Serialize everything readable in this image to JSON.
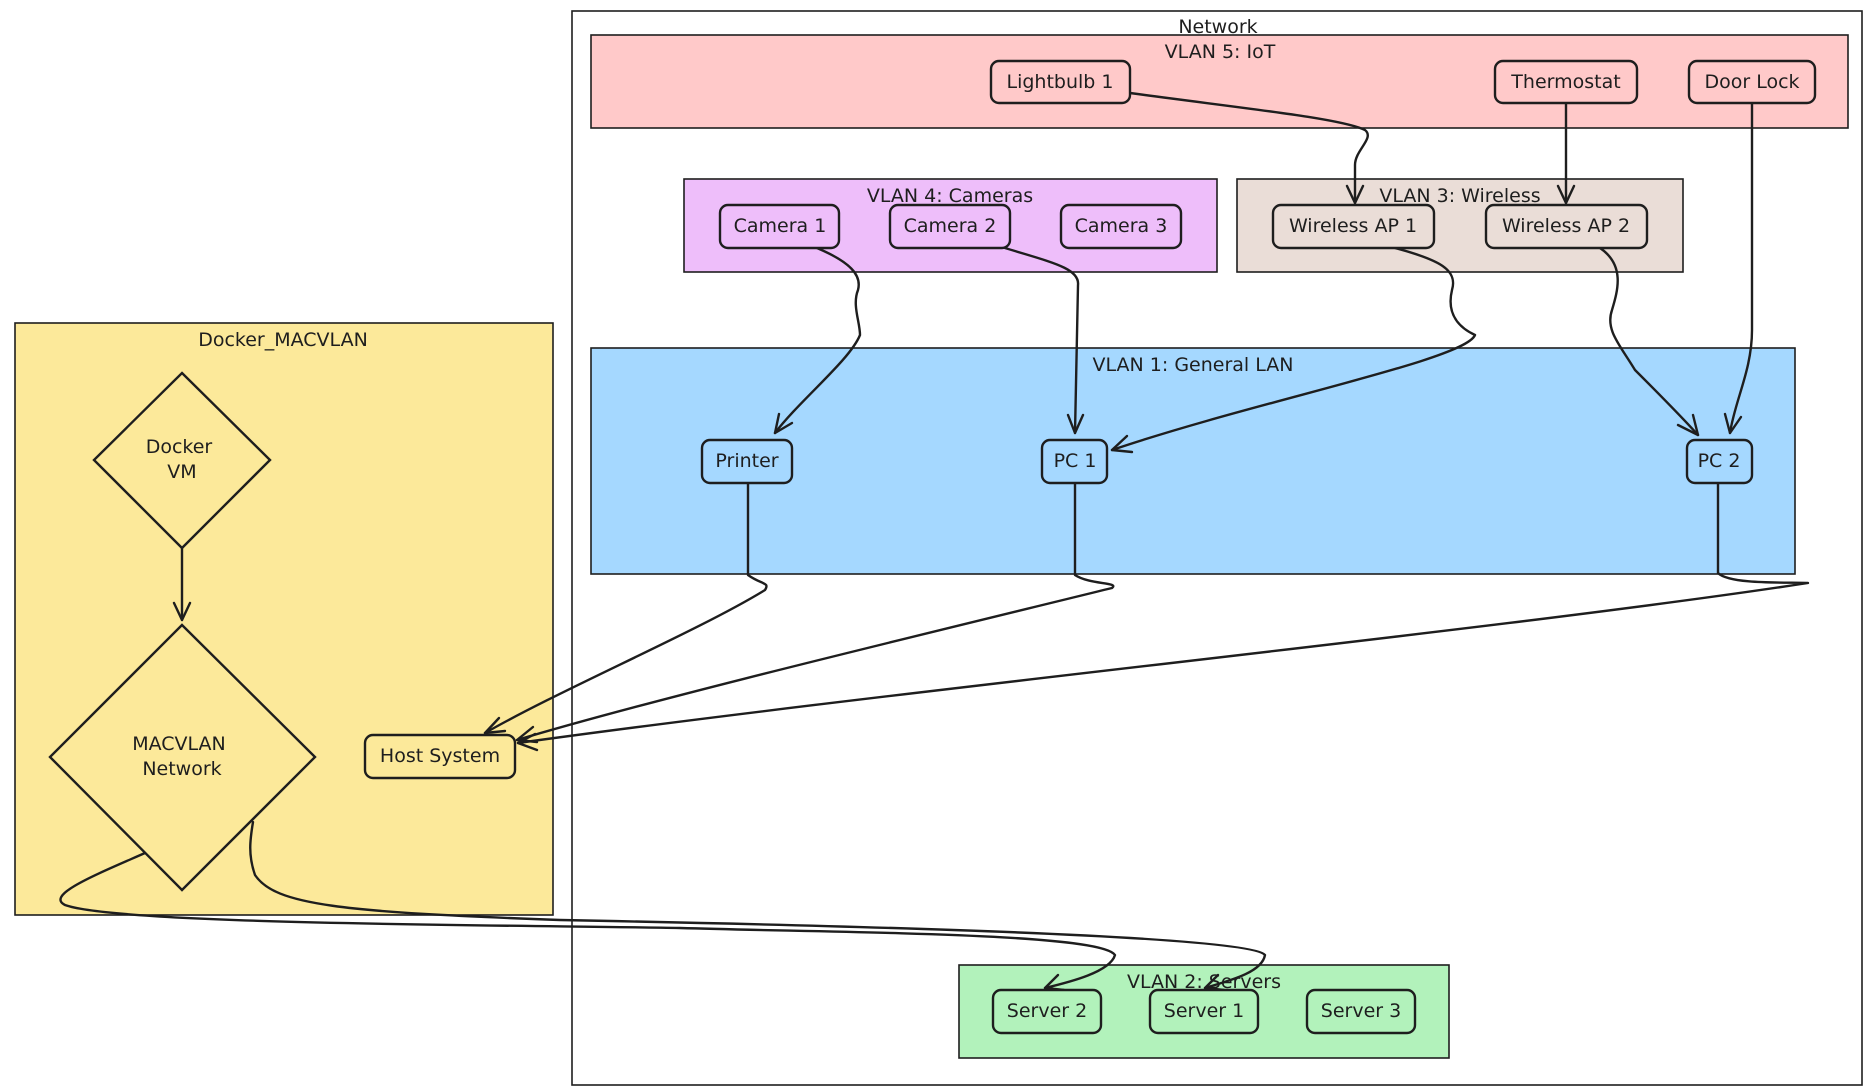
{
  "colors": {
    "stroke": "#1e1e1e",
    "network_bg": "#ffffff",
    "docker_bg": "#fce99a",
    "iot_bg": "#ffc9c9",
    "cameras_bg": "#eebefa",
    "wireless_bg": "#eaddd7",
    "lan_bg": "#a5d8ff",
    "servers_bg": "#b2f2bb"
  },
  "containers": {
    "network": "Network",
    "docker": "Docker_MACVLAN",
    "iot": "VLAN 5: IoT",
    "cameras": "VLAN 4: Cameras",
    "wireless": "VLAN 3: Wireless",
    "lan": "VLAN 1: General LAN",
    "servers": "VLAN 2: Servers"
  },
  "nodes": {
    "lightbulb1": "Lightbulb 1",
    "thermostat": "Thermostat",
    "doorlock": "Door Lock",
    "camera1": "Camera 1",
    "camera2": "Camera 2",
    "camera3": "Camera 3",
    "ap1": "Wireless AP 1",
    "ap2": "Wireless AP 2",
    "printer": "Printer",
    "pc1": "PC 1",
    "pc2": "PC 2",
    "server1": "Server 1",
    "server2": "Server 2",
    "server3": "Server 3",
    "host": "Host System",
    "docker_vm": [
      "Docker",
      "VM"
    ],
    "macvlan": [
      "MACVLAN",
      "Network"
    ]
  },
  "edges": [
    {
      "from": "Lightbulb 1",
      "to": "Wireless AP 1"
    },
    {
      "from": "Thermostat",
      "to": "Wireless AP 2"
    },
    {
      "from": "Door Lock",
      "to": "PC 2"
    },
    {
      "from": "Camera 1",
      "to": "Printer"
    },
    {
      "from": "Camera 2",
      "to": "PC 1"
    },
    {
      "from": "Wireless AP 1",
      "to": "PC 1"
    },
    {
      "from": "Wireless AP 2",
      "to": "PC 2"
    },
    {
      "from": "Printer",
      "to": "Host System"
    },
    {
      "from": "PC 1",
      "to": "Host System"
    },
    {
      "from": "PC 2",
      "to": "Host System"
    },
    {
      "from": "Docker VM",
      "to": "MACVLAN Network"
    },
    {
      "from": "MACVLAN Network",
      "to": "Server 2"
    },
    {
      "from": "MACVLAN Network",
      "to": "Server 1"
    }
  ]
}
